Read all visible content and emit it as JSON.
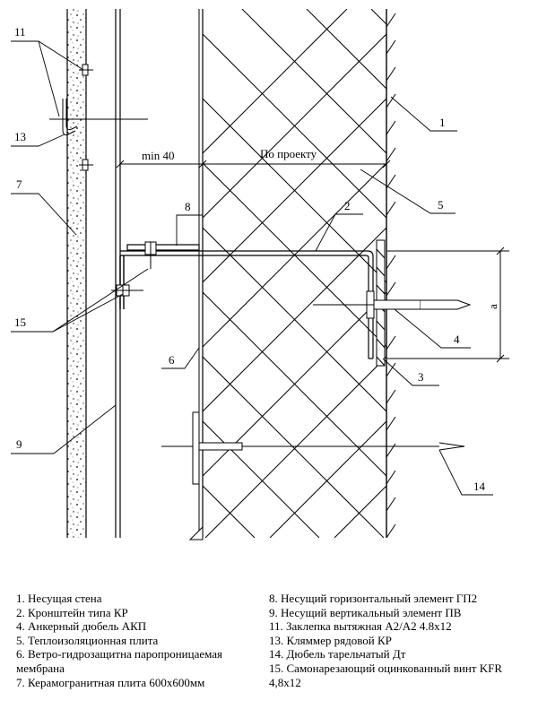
{
  "dimensions": {
    "gap": "min 40",
    "insulation": "По проекту",
    "bracket_spacing": "a"
  },
  "callouts": [
    "11",
    "13",
    "7",
    "15",
    "9",
    "8",
    "2",
    "6",
    "1",
    "5",
    "4",
    "3",
    "14"
  ],
  "legend": {
    "left": [
      "1. Несущая стена",
      "2. Кронштейн типа КР",
      "4. Анкерный дюбель АКП",
      "5. Теплоизоляционная плита",
      "6. Ветро-гидрозащитна паропроницаемая мембрана",
      "7. Керамогранитная плита 600х600мм"
    ],
    "right": [
      "8. Несущий горизонтальный элемент ГП2",
      "9. Несущий вертикальный элемент ПВ",
      "11. Заклепка вытяжная А2/А2 4.8х12",
      "13. Кляммер рядовой КР",
      "14. Дюбель тарельчатый Дт",
      "15. Самонарезающий оцинкованный винт KFR 4,8х12"
    ]
  }
}
